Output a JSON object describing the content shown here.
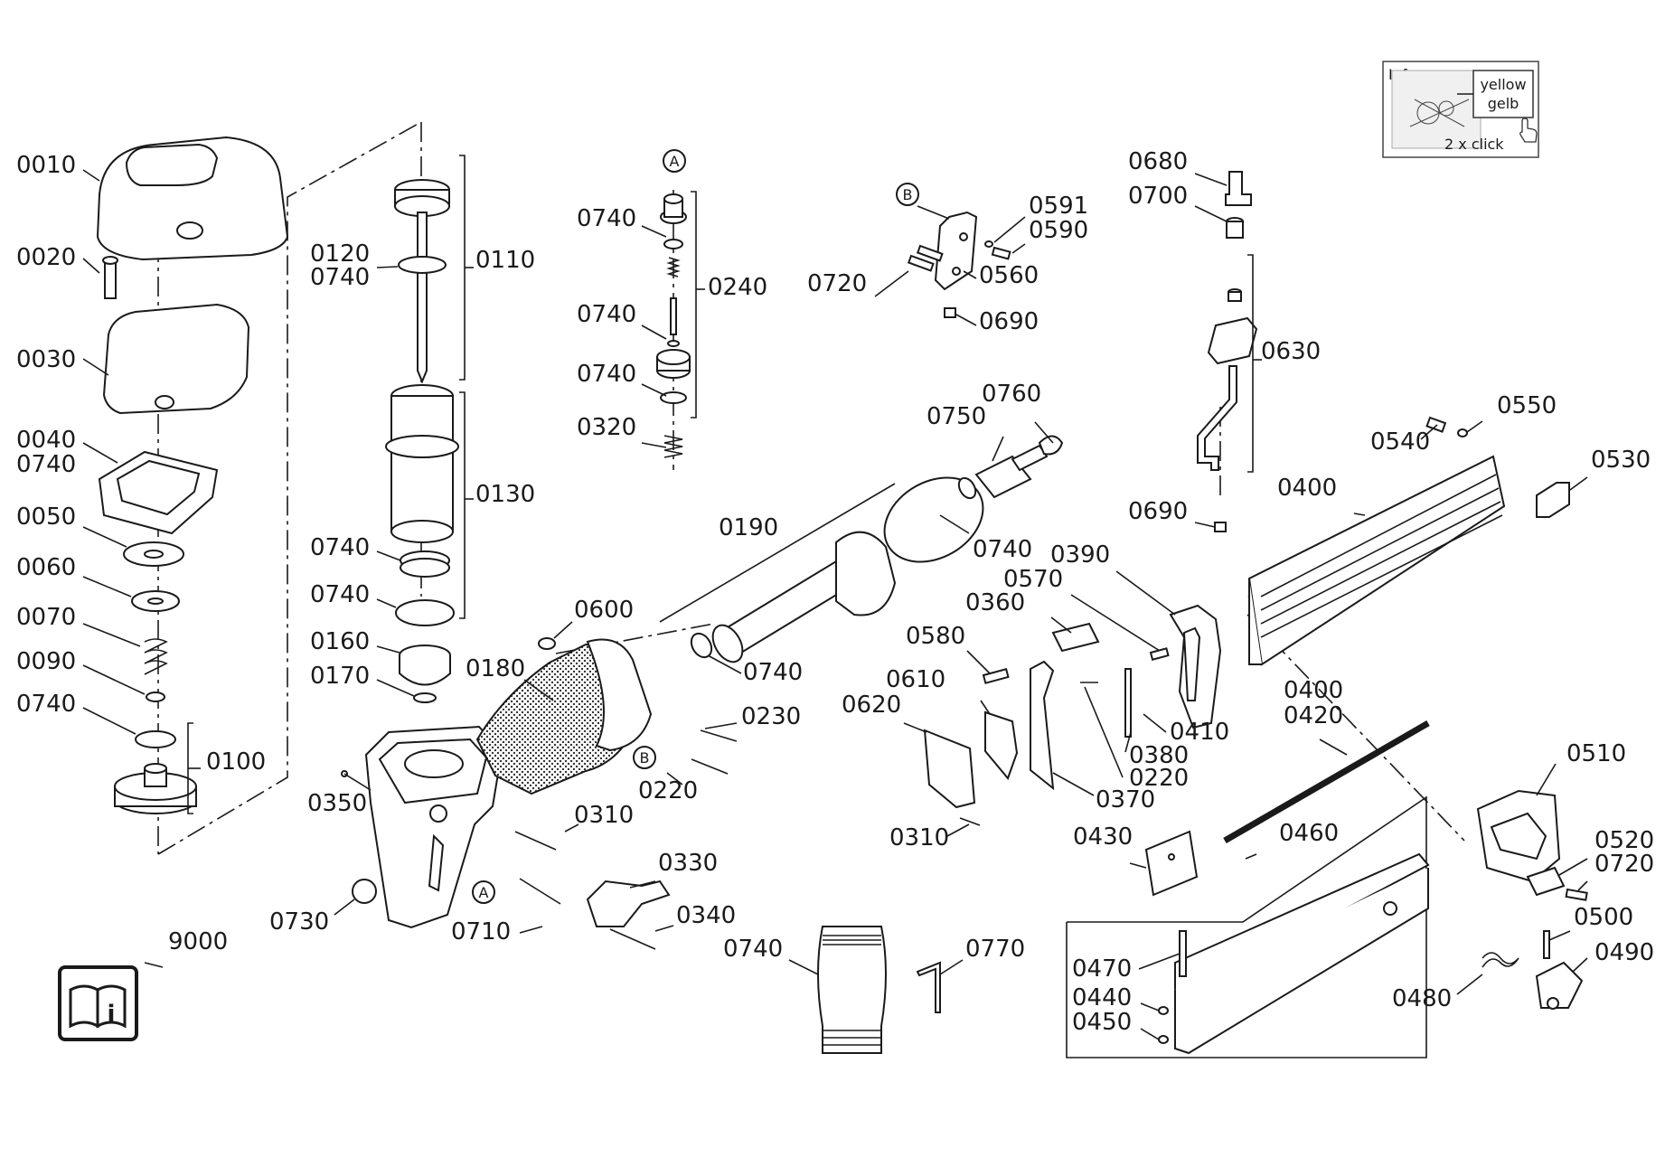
{
  "info_panel": {
    "title": "Info",
    "color_en": "yellow",
    "color_de": "gelb",
    "hint": "2 x click"
  },
  "callouts": [
    {
      "id": "c0010",
      "text": "0010"
    },
    {
      "id": "c0020",
      "text": "0020"
    },
    {
      "id": "c0030",
      "text": "0030"
    },
    {
      "id": "c0040",
      "text": "0040"
    },
    {
      "id": "c0740a",
      "text": "0740"
    },
    {
      "id": "c0050",
      "text": "0050"
    },
    {
      "id": "c0060",
      "text": "0060"
    },
    {
      "id": "c0070",
      "text": "0070"
    },
    {
      "id": "c0090",
      "text": "0090"
    },
    {
      "id": "c0740b",
      "text": "0740"
    },
    {
      "id": "c0100",
      "text": "0100"
    },
    {
      "id": "c0120",
      "text": "0120"
    },
    {
      "id": "c0740c",
      "text": "0740"
    },
    {
      "id": "c0110",
      "text": "0110"
    },
    {
      "id": "c0130",
      "text": "0130"
    },
    {
      "id": "c0740d",
      "text": "0740"
    },
    {
      "id": "c0740e",
      "text": "0740"
    },
    {
      "id": "c0160",
      "text": "0160"
    },
    {
      "id": "c0170",
      "text": "0170"
    },
    {
      "id": "c0180",
      "text": "0180"
    },
    {
      "id": "c0350",
      "text": "0350"
    },
    {
      "id": "c0730",
      "text": "0730"
    },
    {
      "id": "c0710",
      "text": "0710"
    },
    {
      "id": "c0310a",
      "text": "0310"
    },
    {
      "id": "c0330",
      "text": "0330"
    },
    {
      "id": "c0340",
      "text": "0340"
    },
    {
      "id": "c0600",
      "text": "0600"
    },
    {
      "id": "c0230",
      "text": "0230"
    },
    {
      "id": "c0220a",
      "text": "0220"
    },
    {
      "id": "c0740f",
      "text": "0740"
    },
    {
      "id": "c0190",
      "text": "0190"
    },
    {
      "id": "c0740g",
      "text": "0740"
    },
    {
      "id": "c0750",
      "text": "0750"
    },
    {
      "id": "c0760",
      "text": "0760"
    },
    {
      "id": "c0740h",
      "text": "0740"
    },
    {
      "id": "c0240",
      "text": "0240"
    },
    {
      "id": "c0740i",
      "text": "0740"
    },
    {
      "id": "c0740j",
      "text": "0740"
    },
    {
      "id": "c0320",
      "text": "0320"
    },
    {
      "id": "c0591",
      "text": "0591"
    },
    {
      "id": "c0590",
      "text": "0590"
    },
    {
      "id": "c0720a",
      "text": "0720"
    },
    {
      "id": "c0560",
      "text": "0560"
    },
    {
      "id": "c0690a",
      "text": "0690"
    },
    {
      "id": "c0680",
      "text": "0680"
    },
    {
      "id": "c0700",
      "text": "0700"
    },
    {
      "id": "c0630",
      "text": "0630"
    },
    {
      "id": "c0690b",
      "text": "0690"
    },
    {
      "id": "c0540",
      "text": "0540"
    },
    {
      "id": "c0550",
      "text": "0550"
    },
    {
      "id": "c0530",
      "text": "0530"
    },
    {
      "id": "c0400a",
      "text": "0400"
    },
    {
      "id": "c0390",
      "text": "0390"
    },
    {
      "id": "c0570",
      "text": "0570"
    },
    {
      "id": "c0360",
      "text": "0360"
    },
    {
      "id": "c0580",
      "text": "0580"
    },
    {
      "id": "c0610",
      "text": "0610"
    },
    {
      "id": "c0620",
      "text": "0620"
    },
    {
      "id": "c0410",
      "text": "0410"
    },
    {
      "id": "c0380",
      "text": "0380"
    },
    {
      "id": "c0220b",
      "text": "0220"
    },
    {
      "id": "c0370",
      "text": "0370"
    },
    {
      "id": "c0310b",
      "text": "0310"
    },
    {
      "id": "c0400b",
      "text": "0400"
    },
    {
      "id": "c0420",
      "text": "0420"
    },
    {
      "id": "c0510",
      "text": "0510"
    },
    {
      "id": "c0430",
      "text": "0430"
    },
    {
      "id": "c0460",
      "text": "0460"
    },
    {
      "id": "c0520",
      "text": "0520"
    },
    {
      "id": "c0720b",
      "text": "0720"
    },
    {
      "id": "c0500",
      "text": "0500"
    },
    {
      "id": "c0490",
      "text": "0490"
    },
    {
      "id": "c0470",
      "text": "0470"
    },
    {
      "id": "c0440",
      "text": "0440"
    },
    {
      "id": "c0450",
      "text": "0450"
    },
    {
      "id": "c0480",
      "text": "0480"
    },
    {
      "id": "c0740k",
      "text": "0740"
    },
    {
      "id": "c0770",
      "text": "0770"
    },
    {
      "id": "c9000",
      "text": "9000"
    }
  ],
  "reference_markers": {
    "a_top": "A",
    "a_bottom": "A",
    "b_left": "B",
    "b_right": "B"
  }
}
